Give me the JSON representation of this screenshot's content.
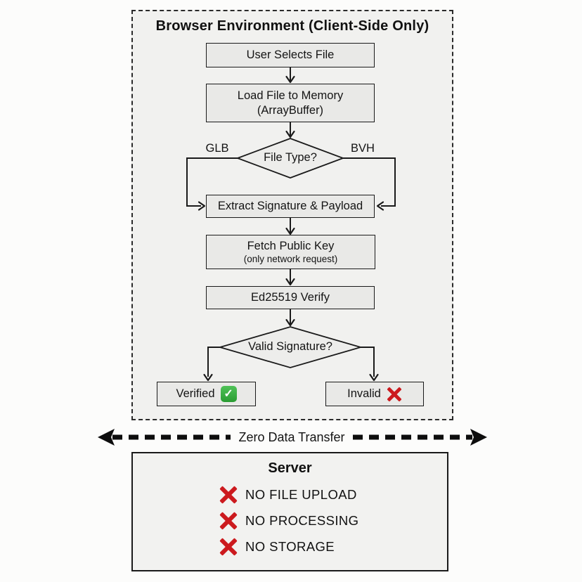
{
  "colors": {
    "page_bg": "#fcfcfb",
    "panel_bg": "#f1f1ef",
    "node_bg": "#e9e9e7",
    "line": "#1a1a1a",
    "status_red": "#cc1a1e",
    "status_green": "#2fa83a"
  },
  "browser": {
    "title": "Browser Environment (Client-Side Only)",
    "nodes": {
      "user_selects_file": {
        "label": "User Selects File"
      },
      "load_file": {
        "label": "Load File to Memory",
        "sublabel": "(ArrayBuffer)"
      },
      "file_type": {
        "label": "File Type?",
        "branch_left": "GLB",
        "branch_right": "BVH"
      },
      "extract": {
        "label": "Extract Signature & Payload"
      },
      "fetch_key": {
        "label": "Fetch Public Key",
        "sublabel": "(only network request)"
      },
      "ed25519": {
        "label": "Ed25519 Verify"
      },
      "valid_signature": {
        "label": "Valid Signature?"
      },
      "verified": {
        "label": "Verified",
        "icon": "check-icon"
      },
      "invalid": {
        "label": "Invalid",
        "icon": "cross-icon"
      }
    }
  },
  "transfer": {
    "label": "Zero Data Transfer"
  },
  "server": {
    "title": "Server",
    "items": [
      {
        "icon": "cross-icon",
        "label": "NO FILE UPLOAD"
      },
      {
        "icon": "cross-icon",
        "label": "NO PROCESSING"
      },
      {
        "icon": "cross-icon",
        "label": "NO STORAGE"
      }
    ]
  }
}
